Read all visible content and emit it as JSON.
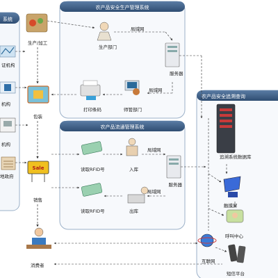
{
  "panels": {
    "left": "系统",
    "production": "农产品安全生产管理系统",
    "circulation": "农产品流通管理系统",
    "traceability": "农产品安全追溯查询"
  },
  "left_items": [
    "证机构",
    "机构",
    "机构",
    "地政府"
  ],
  "flow": {
    "produce": "生产/加工",
    "package": "包装",
    "sales": "销售",
    "consumer": "消费者"
  },
  "production": {
    "dept": "生产部门",
    "lan_top": "局域网",
    "server": "服务器",
    "lan_bottom": "局域网",
    "supervisor": "师管部门",
    "print": "打印条码"
  },
  "circulation": {
    "read_rfid_in": "读取RFID号",
    "stock_in": "入库",
    "lan_in": "局域网",
    "server": "服务器",
    "lan_out": "局域网",
    "read_rfid_out": "读取RFID号",
    "stock_out": "出库"
  },
  "traceability": {
    "db": "追溯系统数据库",
    "touch": "触摸屏",
    "call": "呼叫中心",
    "internet": "互联网",
    "sms": "短信平台"
  },
  "sale_sign": "Sale",
  "colors": {
    "panel_border": "#9bb0c8",
    "panel_header": "#3d5f86",
    "dashed": "#333333"
  }
}
